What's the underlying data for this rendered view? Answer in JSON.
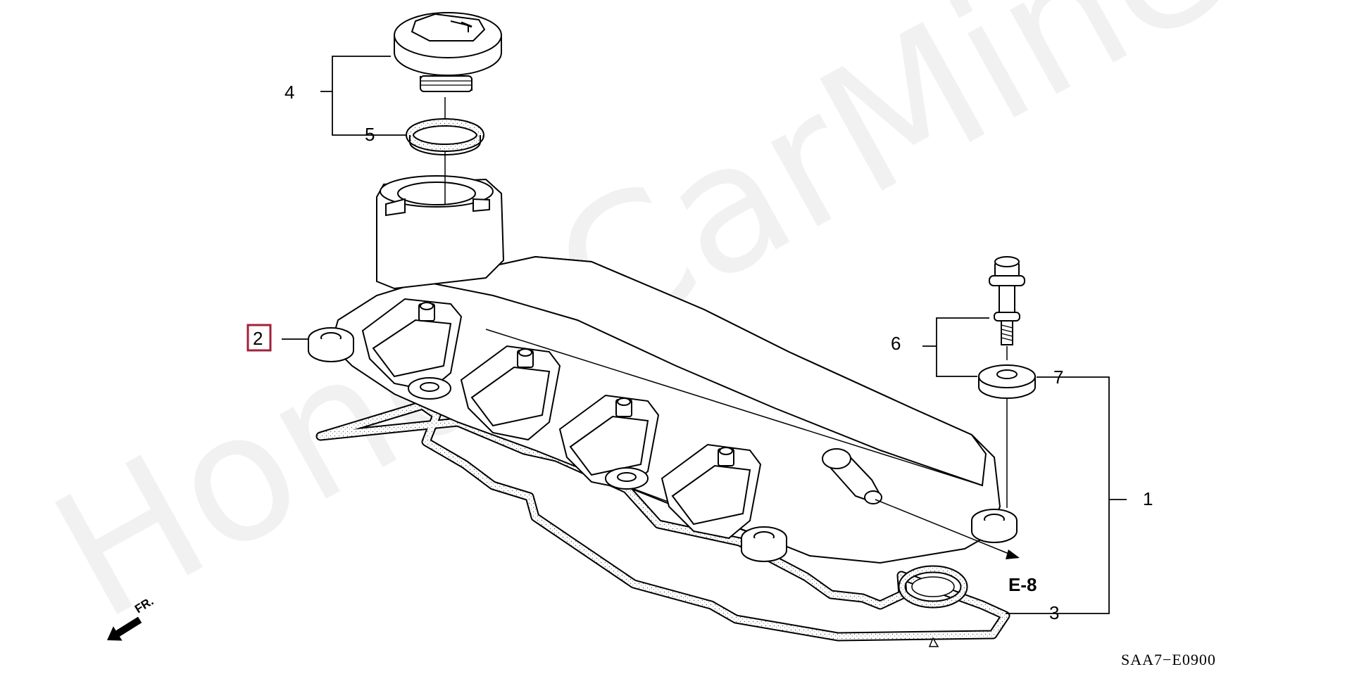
{
  "watermark": "HondaCarMine.ru",
  "callouts": {
    "p1": "1",
    "p2": "2",
    "p3": "3",
    "p4": "4",
    "p5": "5",
    "p6": "6",
    "p7": "7"
  },
  "ref_label": "E-8",
  "front_label": "FR.",
  "diagram_code": "SAA7−E0900",
  "highlight_color": "#a3203a"
}
